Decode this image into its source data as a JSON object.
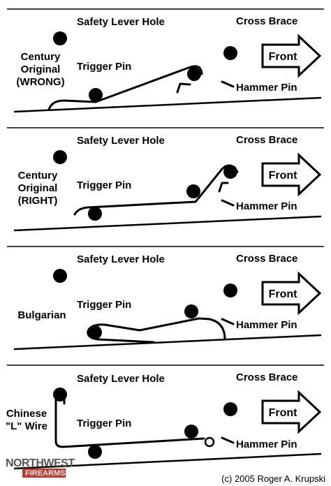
{
  "labels": {
    "safety_lever_hole": "Safety Lever Hole",
    "cross_brace": "Cross Brace",
    "trigger_pin": "Trigger Pin",
    "hammer_pin": "Hammer Pin",
    "front": "Front"
  },
  "panels": [
    {
      "variant_lines": [
        "Century",
        "Original",
        "(WRONG)"
      ]
    },
    {
      "variant_lines": [
        "Century",
        "Original",
        "(RIGHT)"
      ]
    },
    {
      "variant_lines": [
        "Bulgarian"
      ]
    },
    {
      "variant_lines": [
        "Chinese",
        "\"L\" Wire"
      ]
    }
  ],
  "logo": {
    "line1": "NORTHWEST",
    "line2": "FIREARMS"
  },
  "copyright": "(c) 2005 Roger A. Krupski",
  "colors": {
    "ink": "#000000",
    "background": "#ffffff",
    "logo_red": "#c0392b",
    "logo_gray": "#555555"
  }
}
